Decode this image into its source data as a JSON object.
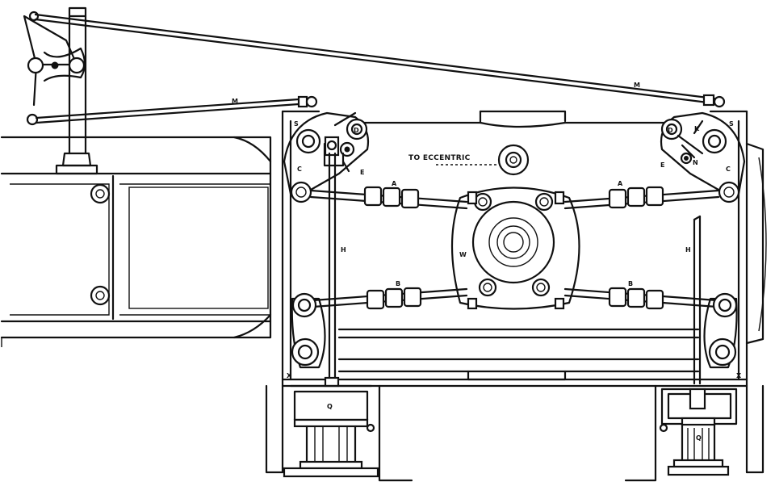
{
  "labels": {
    "eccentric": "TO ECCENTRIC",
    "M": "M",
    "S": "S",
    "C": "C",
    "D": "D",
    "E": "E",
    "K": "K",
    "N": "N",
    "A": "A",
    "B": "B",
    "H": "H",
    "W": "W",
    "X": "X",
    "Q": "Q"
  }
}
